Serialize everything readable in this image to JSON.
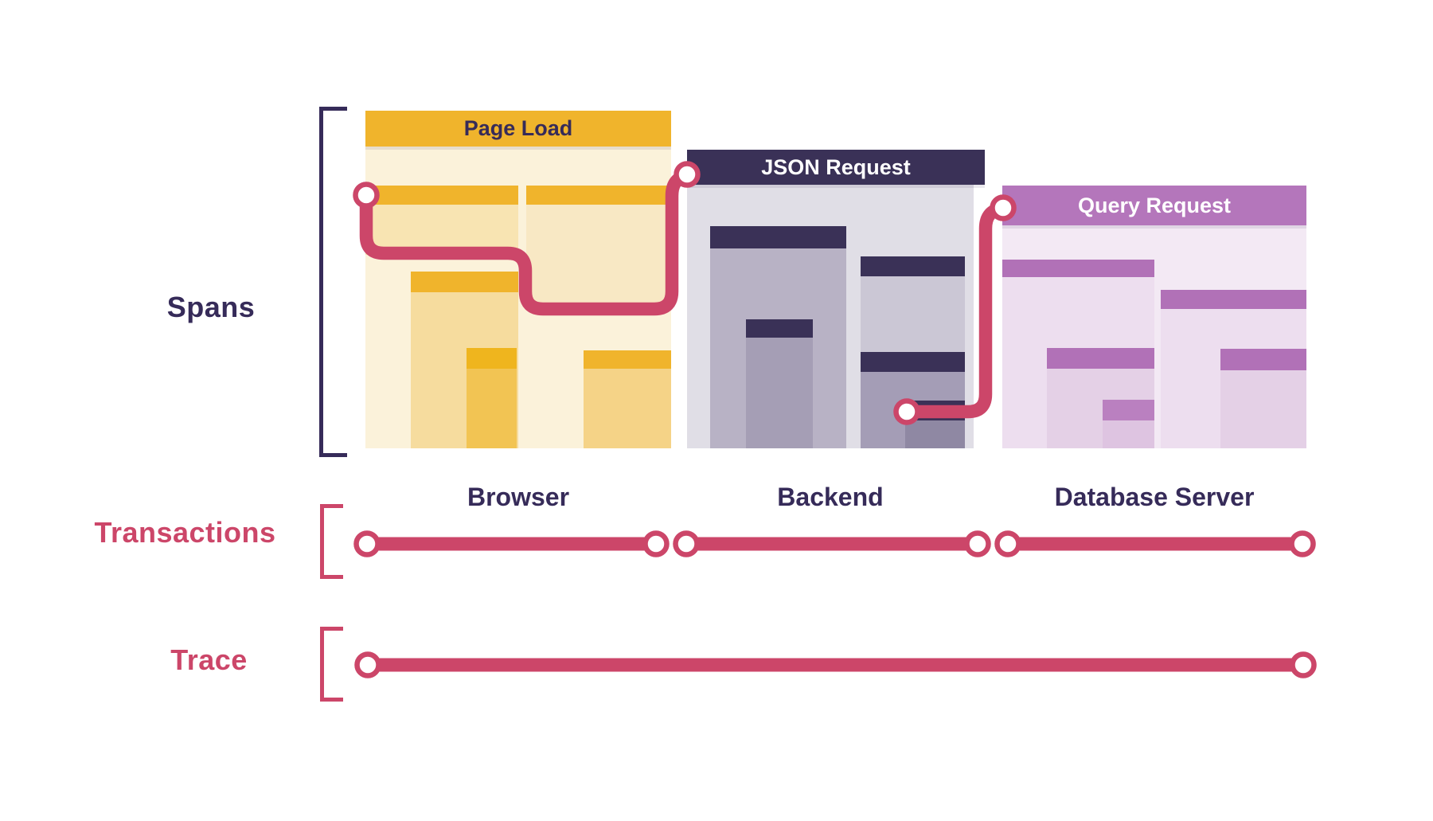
{
  "rows": {
    "spans_label": "Spans",
    "transactions_label": "Transactions",
    "trace_label": "Trace"
  },
  "services": [
    {
      "name": "Browser",
      "transaction": "Page Load"
    },
    {
      "name": "Backend",
      "transaction": "JSON Request"
    },
    {
      "name": "Database Server",
      "transaction": "Query Request"
    }
  ],
  "colors": {
    "accent_red": "#CC4669",
    "navy": "#3A3157",
    "navy_text": "#362B59",
    "gold": "#F0B42C",
    "gold_deep": "#EFB51E",
    "purple": "#B476BB",
    "purple_sub": "#B171B7",
    "purple_deep": "#BA80C0",
    "yellow_panel_bg": "#FBF2DA",
    "navy_panel_bg": "#E0DEE6",
    "purple_panel_bg": "#F3E9F4"
  }
}
